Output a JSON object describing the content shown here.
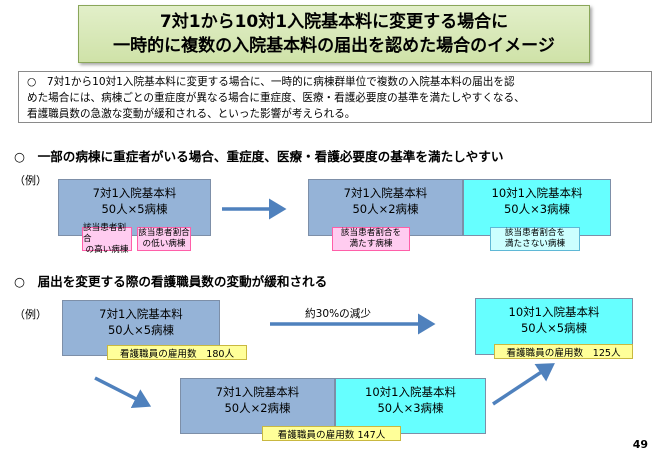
{
  "title": {
    "line1": "7対1から10対1入院基本料に変更する場合に",
    "line2": "一時的に複数の入院基本料の届出を認めた場合のイメージ"
  },
  "summary": {
    "line1": "○　7対1から10対1入院基本料に変更する場合に、一時的に病棟群単位で複数の入院基本料の届出を認",
    "line2": "めた場合には、病棟ごとの重症度が異なる場合に重症度、医療・看護必要度の基準を満たしやすくなる、",
    "line3": "看護職員数の急激な変動が緩和される、といった影響が考えられる。"
  },
  "section1": {
    "heading": "○　一部の病棟に重症者がいる場合、重症度、医療・看護必要度の基準を満たしやすい",
    "example": "（例）",
    "before_box": {
      "line1": "7対1入院基本料",
      "line2": "50人×5病棟"
    },
    "tag_high": {
      "line1": "該当患者割合",
      "line2": "の高い病棟"
    },
    "tag_low": {
      "line1": "該当患者割合",
      "line2": "の低い病棟"
    },
    "after_left": {
      "line1": "7対1入院基本料",
      "line2": "50人×2病棟"
    },
    "after_right": {
      "line1": "10対1入院基本料",
      "line2": "50人×3病棟"
    },
    "tag_meets": {
      "line1": "該当患者割合を",
      "line2": "満たす病棟"
    },
    "tag_not_meets": {
      "line1": "該当患者割合を",
      "line2": "満たさない病棟"
    }
  },
  "section2": {
    "heading": "○　届出を変更する際の看護職員数の変動が緩和される",
    "example": "（例）",
    "before_box": {
      "line1": "7対1入院基本料",
      "line2": "50人×5病棟"
    },
    "before_staff": "看護職員の雇用数　180人",
    "arrow_label": "約30%の減少",
    "after_box": {
      "line1": "10対1入院基本料",
      "line2": "50人×5病棟"
    },
    "after_staff": "看護職員の雇用数　125人",
    "mid_left": {
      "line1": "7対1入院基本料",
      "line2": "50人×2病棟"
    },
    "mid_right": {
      "line1": "10対1入院基本料",
      "line2": "50人×3病棟"
    },
    "mid_staff": "看護職員の雇用数 147人"
  },
  "page_number": "49",
  "colors": {
    "title_bg": "#d7e8b8",
    "box_blue": "#95b3d7",
    "box_cyan": "#66ffff",
    "tag_pink": "#ffccf0",
    "tag_yellow": "#ffff99",
    "arrow": "#4f81bd"
  }
}
